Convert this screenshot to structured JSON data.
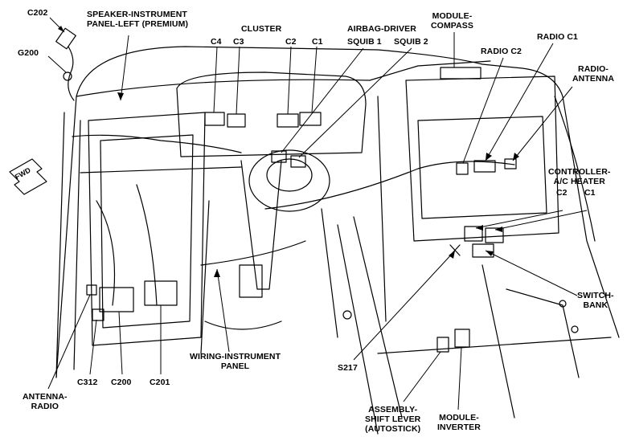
{
  "labels": {
    "c202": "C202",
    "g200": "G200",
    "speaker_line1": "SPEAKER-INSTRUMENT",
    "speaker_line2": "PANEL-LEFT (PREMIUM)",
    "cluster": "CLUSTER",
    "c4": "C4",
    "c3": "C3",
    "c2_cluster": "C2",
    "c1_cluster": "C1",
    "airbag_line1": "AIRBAG-DRIVER",
    "squib1": "SQUIB 1",
    "squib2": "SQUIB 2",
    "compass_line1": "MODULE-",
    "compass_line2": "COMPASS",
    "radio_c1": "RADIO C1",
    "radio_c2": "RADIO C2",
    "radio_antenna_line1": "RADIO-",
    "radio_antenna_line2": "ANTENNA",
    "fwd": "FWD",
    "controller_line1": "CONTROLLER-",
    "controller_line2": "A/C HEATER",
    "ctrl_c2": "C2",
    "ctrl_c1": "C1",
    "switch_line1": "SWITCH-",
    "switch_line2": "BANK",
    "wiring_line1": "WIRING-INSTRUMENT",
    "wiring_line2": "PANEL",
    "s217": "S217",
    "c312": "C312",
    "c200": "C200",
    "c201": "C201",
    "antenna_line1": "ANTENNA-",
    "antenna_line2": "RADIO",
    "shift_line1": "ASSEMBLY-",
    "shift_line2": "SHIFT LEVER",
    "shift_line3": "(AUTOSTICK)",
    "inverter_line1": "MODULE-",
    "inverter_line2": "INVERTER"
  },
  "colors": {
    "ink": "#000000",
    "background": "#ffffff"
  }
}
